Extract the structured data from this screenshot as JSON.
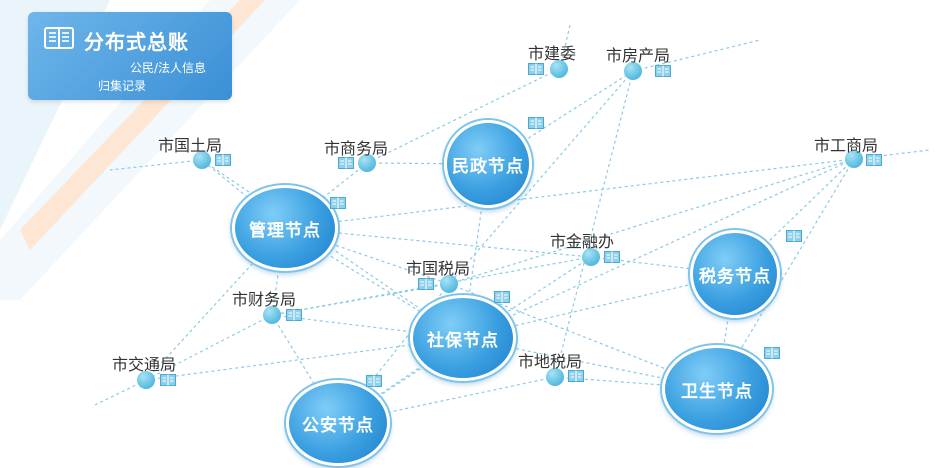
{
  "legend": {
    "title": "分布式总账",
    "line1": "公民/法人信息",
    "line2": "归集记录",
    "icon": "book-icon"
  },
  "major_nodes": [
    {
      "id": "minzheng",
      "label": "民政节点"
    },
    {
      "id": "guanli",
      "label": "管理节点"
    },
    {
      "id": "shuiwu",
      "label": "税务节点"
    },
    {
      "id": "shebao",
      "label": "社保节点"
    },
    {
      "id": "weisheng",
      "label": "卫生节点"
    },
    {
      "id": "gongan",
      "label": "公安节点"
    }
  ],
  "minor_nodes": [
    {
      "id": "jianwei",
      "label": "市建委"
    },
    {
      "id": "fangchan",
      "label": "市房产局"
    },
    {
      "id": "guotu",
      "label": "市国土局"
    },
    {
      "id": "shangwu",
      "label": "市商务局"
    },
    {
      "id": "gongshang",
      "label": "市工商局"
    },
    {
      "id": "jinrong",
      "label": "市金融办"
    },
    {
      "id": "guoshui",
      "label": "市国税局"
    },
    {
      "id": "caiwu",
      "label": "市财务局"
    },
    {
      "id": "jiaotong",
      "label": "市交通局"
    },
    {
      "id": "dishui",
      "label": "市地税局"
    }
  ],
  "edges": [
    [
      "guanli",
      "shangwu"
    ],
    [
      "guanli",
      "guotu"
    ],
    [
      "guanli",
      "guoshui"
    ],
    [
      "guanli",
      "jinrong"
    ],
    [
      "guanli",
      "caiwu"
    ],
    [
      "guanli",
      "jiaotong"
    ],
    [
      "guanli",
      "shebao"
    ],
    [
      "guotu",
      "shebao"
    ],
    [
      "shangwu",
      "minzheng"
    ],
    [
      "shangwu",
      "jianwei"
    ],
    [
      "minzheng",
      "fangchan"
    ],
    [
      "minzheng",
      "shebao"
    ],
    [
      "fangchan",
      "dishui"
    ],
    [
      "fangchan",
      "guoshui"
    ],
    [
      "gongshang",
      "guanli"
    ],
    [
      "gongshang",
      "shuiwu"
    ],
    [
      "gongshang",
      "weisheng"
    ],
    [
      "gongshang",
      "shebao"
    ],
    [
      "gongshang",
      "guoshui"
    ],
    [
      "jinrong",
      "shuiwu"
    ],
    [
      "jinrong",
      "gongan"
    ],
    [
      "jinrong",
      "caiwu"
    ],
    [
      "shebao",
      "shuiwu"
    ],
    [
      "shebao",
      "weisheng"
    ],
    [
      "shebao",
      "gongan"
    ],
    [
      "guoshui",
      "caiwu"
    ],
    [
      "guoshui",
      "gongan"
    ],
    [
      "guoshui",
      "weisheng"
    ],
    [
      "caiwu",
      "jiaotong"
    ],
    [
      "caiwu",
      "gongan"
    ],
    [
      "caiwu",
      "shebao"
    ],
    [
      "jiaotong",
      "shebao"
    ],
    [
      "dishui",
      "weisheng"
    ],
    [
      "dishui",
      "gongan"
    ],
    [
      "shuiwu",
      "weisheng"
    ]
  ],
  "colors": {
    "line": "#8ccbe4",
    "node_fill": "#3a9fe0",
    "minor_fill": "#5fc1e2",
    "accent": "#f2a15a"
  }
}
